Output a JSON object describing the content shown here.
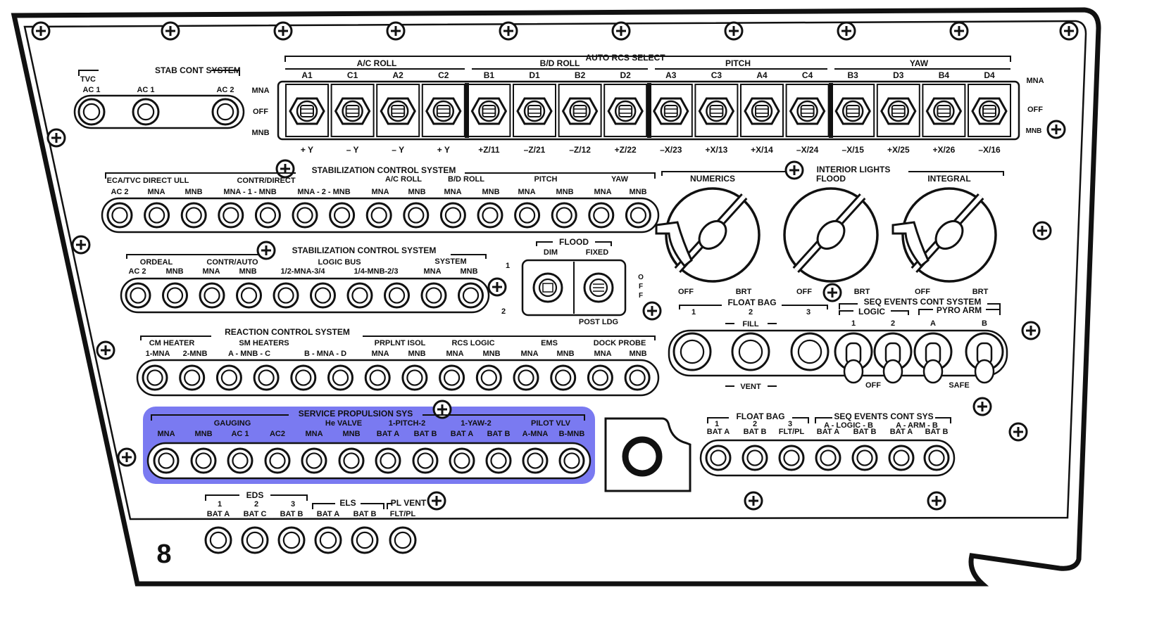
{
  "panel_number": "8",
  "highlight_color": "#6b6cf0",
  "stab_cont": {
    "title": "STAB CONT SYSTEM",
    "tvc": "TVC",
    "labels": [
      "AC 1",
      "AC 1",
      "AC 2"
    ]
  },
  "auto_rcs": {
    "title": "AUTO RCS SELECT",
    "group_ac_roll": "A/C ROLL",
    "group_bd_roll": "B/D ROLL",
    "group_pitch": "PITCH",
    "group_yaw": "YAW",
    "top_labels": [
      "A1",
      "C1",
      "A2",
      "C2",
      "B1",
      "D1",
      "B2",
      "D2",
      "A3",
      "C3",
      "A4",
      "C4",
      "B3",
      "D3",
      "B4",
      "D4"
    ],
    "bottom_labels": [
      "+ Y",
      "– Y",
      "– Y",
      "+ Y",
      "+Z/11",
      "–Z/21",
      "–Z/12",
      "+Z/22",
      "–X/23",
      "+X/13",
      "+X/14",
      "–X/24",
      "–X/15",
      "+X/25",
      "+X/26",
      "–X/16"
    ],
    "pos_left": [
      "MNA",
      "OFF",
      "MNB"
    ],
    "pos_right": [
      "MNA",
      "OFF",
      "MNB"
    ]
  },
  "scs1": {
    "title": "STABILIZATION CONTROL SYSTEM",
    "groups": [
      "ECA/TVC DIRECT ULL",
      "CONTR/DIRECT",
      "A/C ROLL",
      "B/D ROLL",
      "PITCH",
      "YAW"
    ],
    "labels": [
      "AC 2",
      "MNA",
      "MNB",
      "MNA - 1 - MNB",
      "MNA - 2 - MNB",
      "MNA",
      "MNB",
      "MNA",
      "MNB",
      "MNA",
      "MNB",
      "MNA",
      "MNB"
    ]
  },
  "interior_lights": {
    "title": "INTERIOR LIGHTS",
    "knobs": [
      "NUMERICS",
      "FLOOD",
      "INTEGRAL"
    ],
    "off": "OFF",
    "brt": "BRT"
  },
  "scs2": {
    "title": "STABILIZATION CONTROL SYSTEM",
    "groups": [
      "ORDEAL",
      "CONTR/AUTO",
      "LOGIC BUS",
      "SYSTEM"
    ],
    "labels": [
      "AC 2",
      "MNB",
      "MNA",
      "MNB",
      "1/2-MNA-3/4",
      "1/4-MNB-2/3",
      "MNA",
      "MNB"
    ],
    "side_1": "1",
    "side_2": "2"
  },
  "flood": {
    "title": "FLOOD",
    "dim": "DIM",
    "fixed": "FIXED",
    "post_ldg": "POST LDG",
    "off": [
      "O",
      "F",
      "F"
    ]
  },
  "rcs": {
    "title": "REACTION CONTROL SYSTEM",
    "groups": [
      "CM HEATER",
      "SM HEATERS",
      "PRPLNT ISOL",
      "RCS LOGIC",
      "EMS",
      "DOCK PROBE"
    ],
    "labels": [
      "1-MNA",
      "2-MNB",
      "A - MNB - C",
      "B - MNA - D",
      "MNA",
      "MNB",
      "MNA",
      "MNB",
      "MNA",
      "MNB",
      "MNA",
      "MNB"
    ]
  },
  "float_bag_top": {
    "title": "FLOAT BAG",
    "nums": [
      "1",
      "2",
      "3"
    ],
    "fill": "FILL",
    "vent": "VENT",
    "seq_title": "SEQ EVENTS CONT SYSTEM",
    "logic": "LOGIC",
    "pyro": "PYRO ARM",
    "seq_nums": [
      "1",
      "2",
      "A",
      "B"
    ],
    "off": "OFF",
    "safe": "SAFE"
  },
  "sps": {
    "title": "SERVICE PROPULSION SYS",
    "groups": [
      "GAUGING",
      "He VALVE",
      "1-PITCH-2",
      "1-YAW-2",
      "PILOT VLV"
    ],
    "labels": [
      "MNA",
      "MNB",
      "AC 1",
      "AC2",
      "MNA",
      "MNB",
      "BAT A",
      "BAT B",
      "BAT A",
      "BAT B",
      "A-MNA",
      "B-MNB"
    ]
  },
  "float_bag_bottom": {
    "title": "FLOAT BAG",
    "nums": [
      "1",
      "2",
      "3"
    ],
    "seq_title": "SEQ EVENTS CONT SYS",
    "logic": "A - LOGIC - B",
    "arm": "A - ARM - B",
    "labels": [
      "BAT A",
      "BAT B",
      "FLT/PL",
      "BAT A",
      "BAT B",
      "BAT A",
      "BAT B"
    ]
  },
  "eds": {
    "title": "EDS",
    "nums": [
      "1",
      "2",
      "3"
    ],
    "els": "ELS",
    "pl_vent": "PL VENT",
    "labels": [
      "BAT A",
      "BAT C",
      "BAT B",
      "BAT A",
      "BAT B",
      "FLT/PL"
    ]
  }
}
